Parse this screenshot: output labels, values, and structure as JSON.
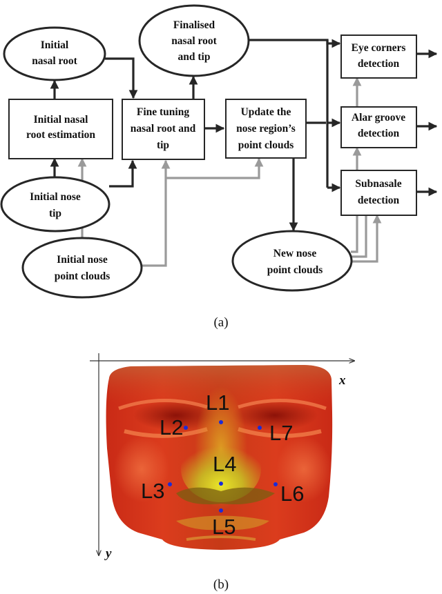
{
  "figure_a": {
    "caption": "(a)",
    "nodes": {
      "initial_nasal_root": [
        "Initial",
        "nasal root"
      ],
      "initial_nasal_root_estimation": [
        "Initial nasal",
        "root estimation"
      ],
      "initial_nose_tip": [
        "Initial nose",
        "tip"
      ],
      "initial_nose_point_clouds": [
        "Initial nose",
        "point clouds"
      ],
      "fine_tuning": [
        "Fine tuning",
        "nasal root and",
        "tip"
      ],
      "finalised_nasal_root_and_tip": [
        "Finalised",
        "nasal root",
        "and tip"
      ],
      "update_nose_region": [
        "Update the",
        "nose region’s",
        "point clouds"
      ],
      "new_nose_point_clouds": [
        "New nose",
        "point clouds"
      ],
      "eye_corners_detection": [
        "Eye corners",
        "detection"
      ],
      "alar_groove_detection": [
        "Alar groove",
        "detection"
      ],
      "subnasale_detection": [
        "Subnasale",
        "detection"
      ]
    }
  },
  "figure_b": {
    "caption": "(b)",
    "x_axis_label": "x",
    "y_axis_label": "y",
    "landmarks": [
      "L1",
      "L2",
      "L3",
      "L4",
      "L5",
      "L6",
      "L7"
    ]
  },
  "colors": {
    "dark_arrow": "#262626",
    "gray_arrow": "#9a9a9a",
    "landmark_dot": "#1a2bd8",
    "face_red": "#d4301a",
    "face_yellow": "#d8d21e"
  }
}
